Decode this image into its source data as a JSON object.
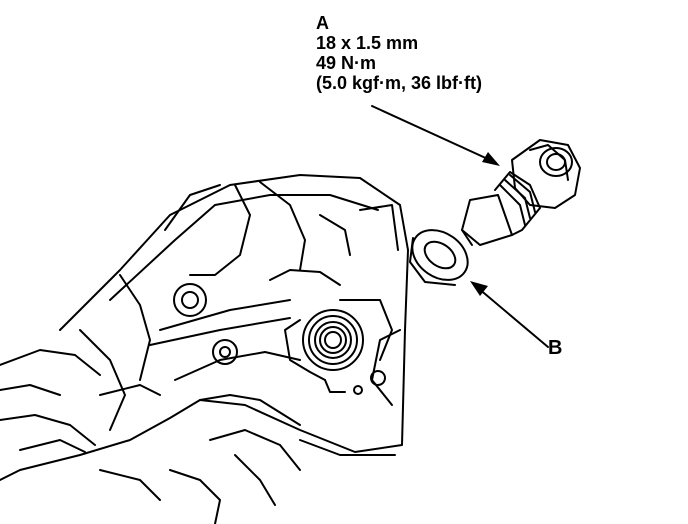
{
  "diagram": {
    "callout_a": {
      "letter": "A",
      "size": "18 x 1.5 mm",
      "torque_nm": "49 N·m",
      "torque_alt": "(5.0 kgf·m, 36 lbf·ft)"
    },
    "callout_b": {
      "letter": "B"
    }
  }
}
